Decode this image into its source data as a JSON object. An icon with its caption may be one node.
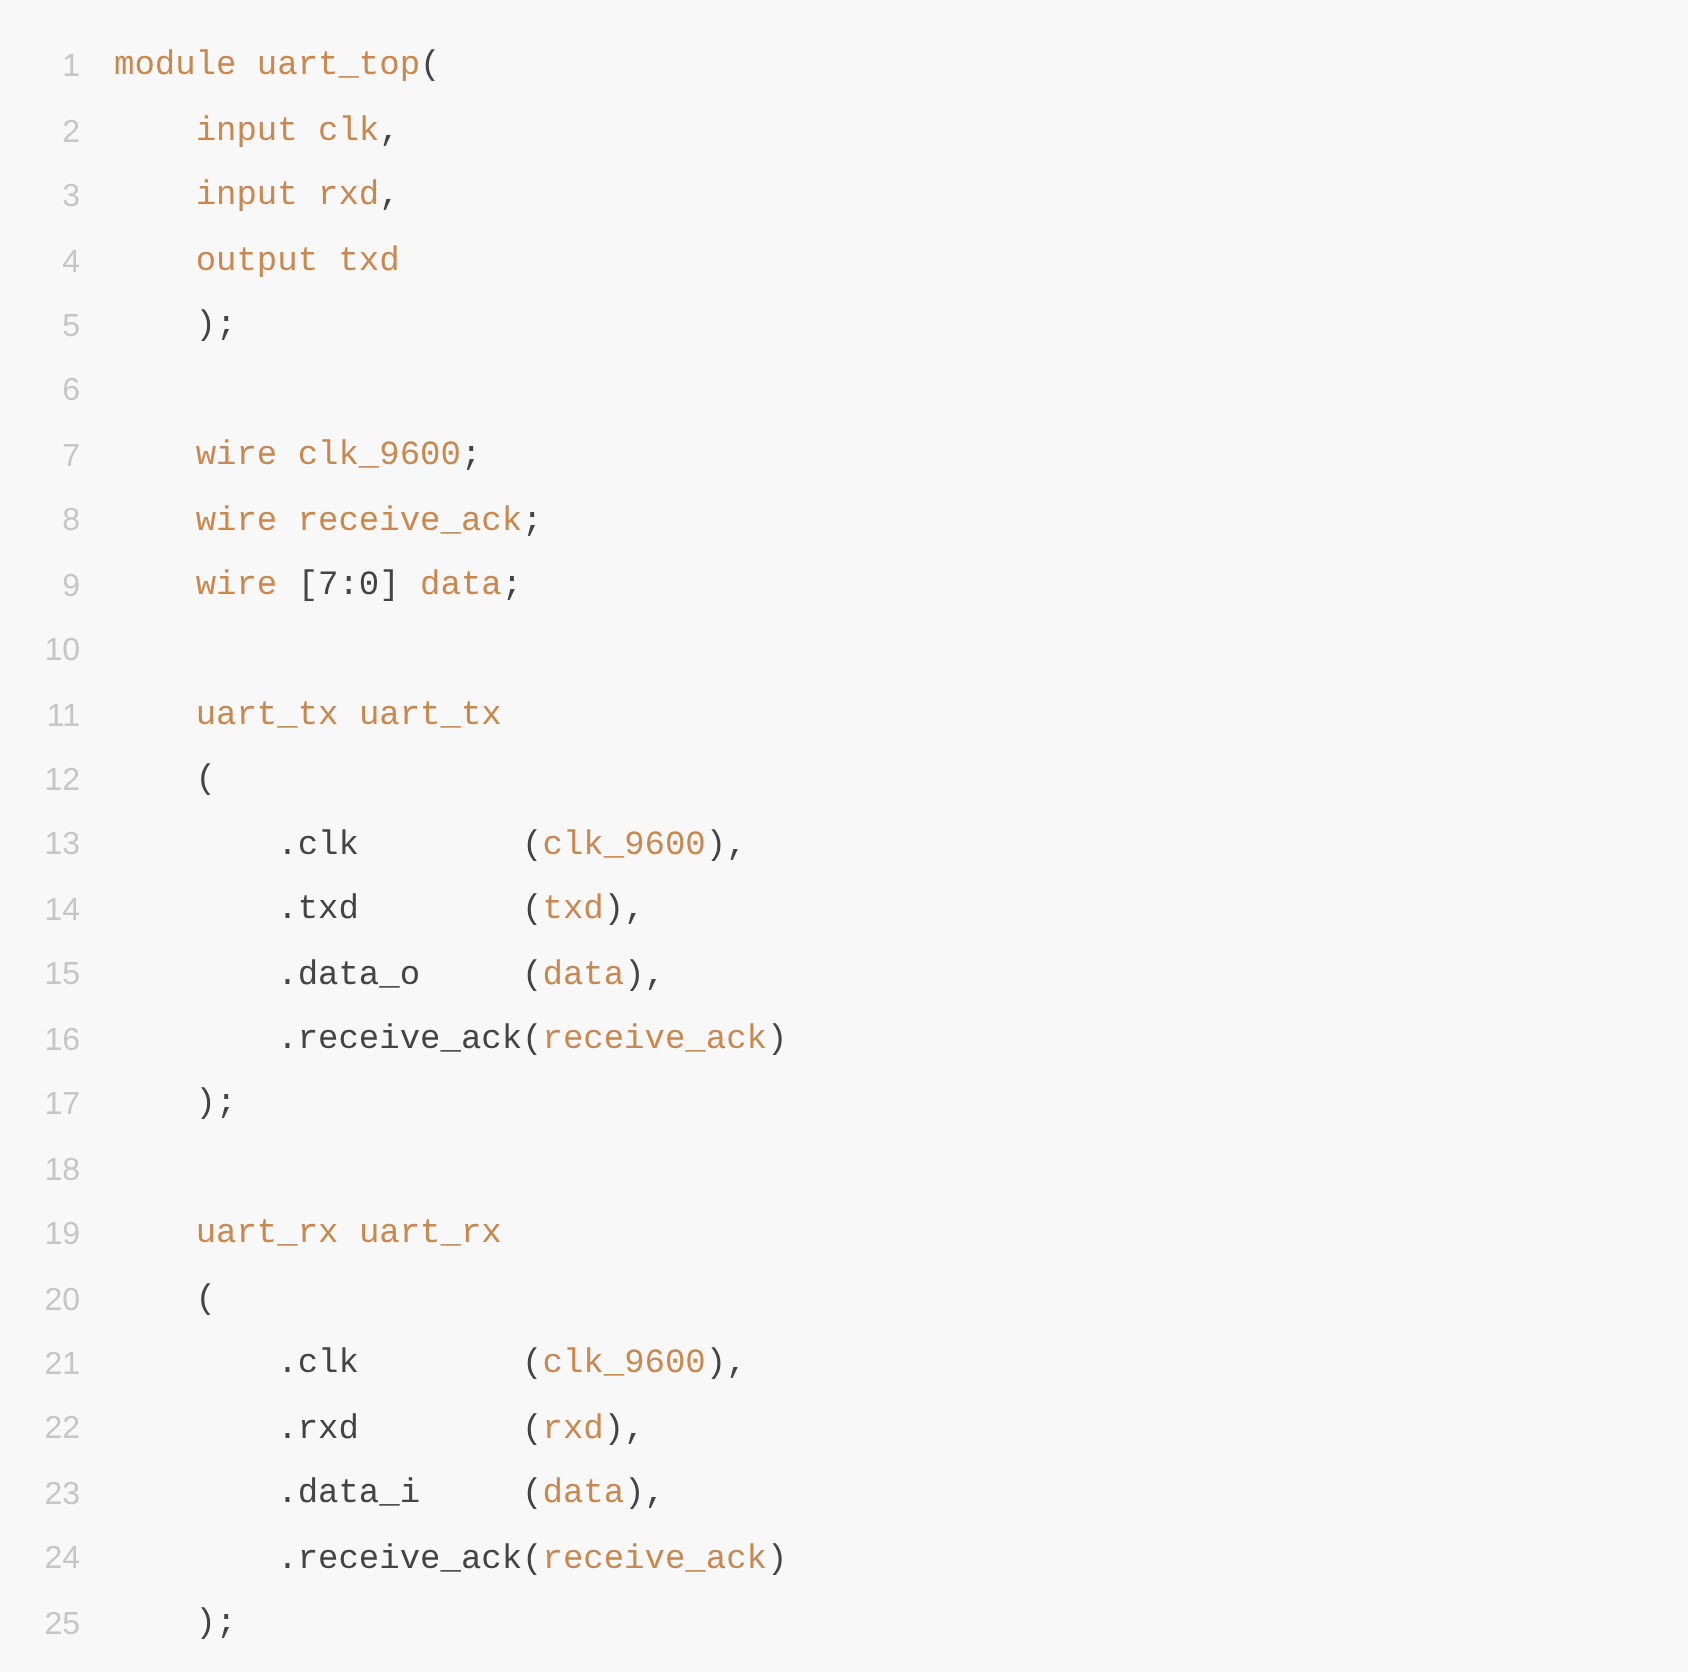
{
  "diagram": {
    "labels": [
      "1",
      "module uart_top(",
      "2",
      "    input clk,",
      "3",
      "    input rxd,",
      "4",
      "    output txd",
      "5",
      "    );",
      "6",
      "7",
      "    wire clk_9600;",
      "8",
      "    wire receive_ack;",
      "9",
      "    wire [7:0] data;",
      "10",
      "11",
      "    uart_tx uart_tx",
      "12",
      "    (",
      "13",
      "        .clk        (clk_9600),",
      "14",
      "        .txd        (txd),",
      "15",
      "        .data_o     (data),",
      "16",
      "        .receive_ack(receive_ack)",
      "17",
      "    );",
      "18",
      "19",
      "    uart_rx uart_rx",
      "20",
      "    (",
      "21",
      "        .clk        (clk_9600),",
      "22",
      "        .rxd        (rxd),",
      "23",
      "        .data_i     (data),",
      "24",
      "        .receive_ack(receive_ack)",
      "25",
      "    );"
    ]
  }
}
